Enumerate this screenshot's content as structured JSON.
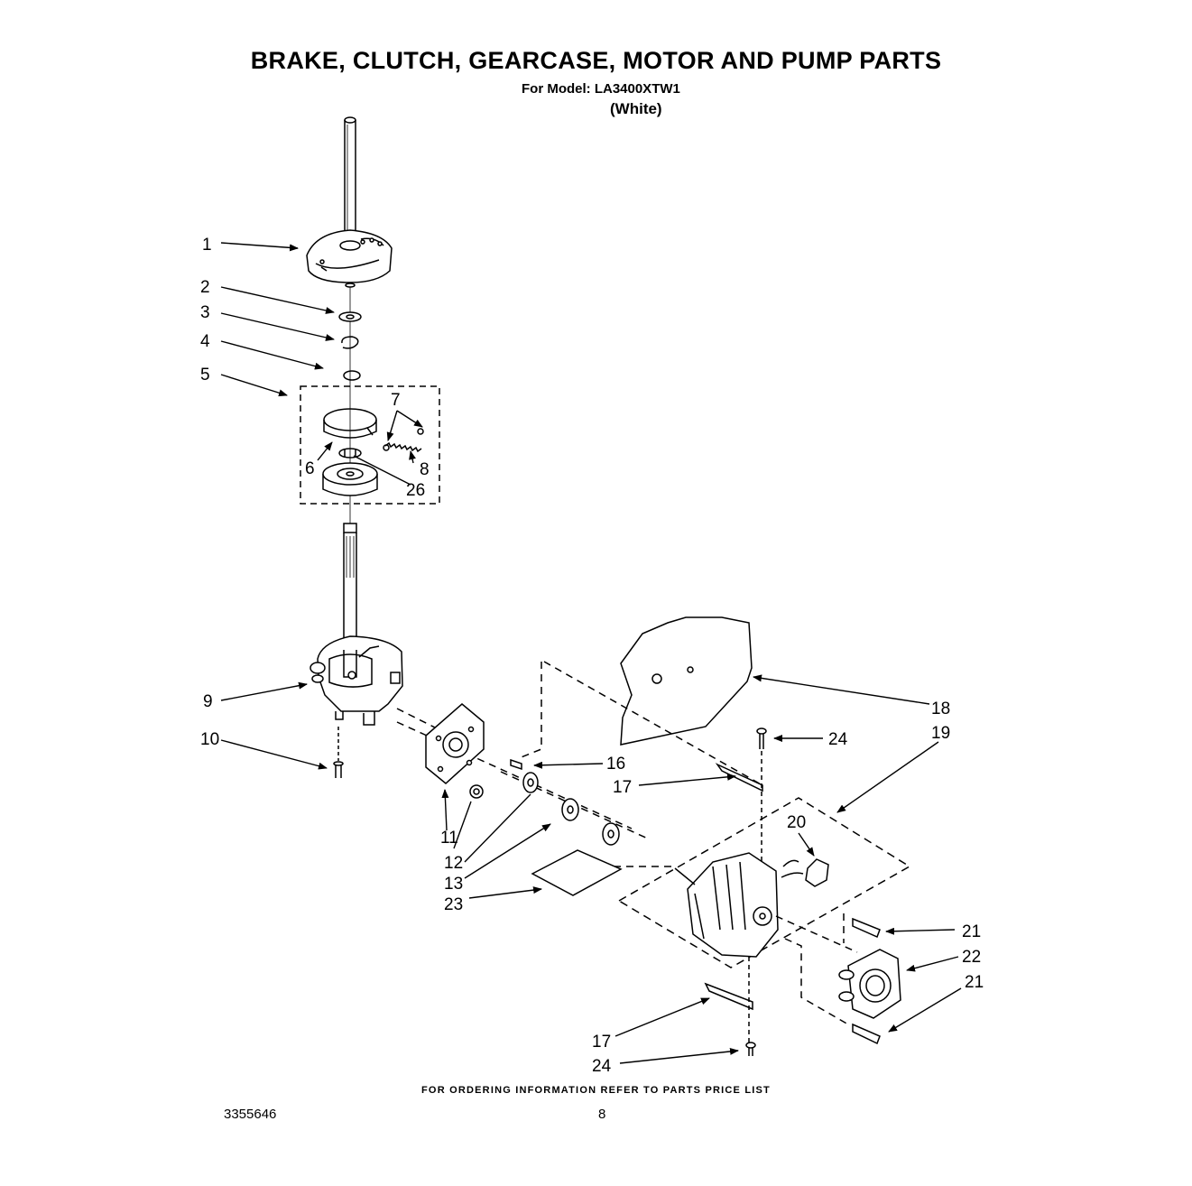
{
  "header": {
    "title": "BRAKE, CLUTCH, GEARCASE, MOTOR AND PUMP PARTS",
    "model": "For Model: LA3400XTW1",
    "color": "(White)"
  },
  "footer": {
    "ordering_note": "FOR ORDERING INFORMATION REFER TO PARTS PRICE LIST",
    "doc_number": "3355646",
    "page_number": "8"
  },
  "callouts": {
    "c1": "1",
    "c2": "2",
    "c3": "3",
    "c4": "4",
    "c5": "5",
    "c6": "6",
    "c7": "7",
    "c8": "8",
    "c26": "26",
    "c9": "9",
    "c10": "10",
    "c11": "11",
    "c12": "12",
    "c13": "13",
    "c23": "23",
    "c16": "16",
    "c17a": "17",
    "c18": "18",
    "c19": "19",
    "c24a": "24",
    "c20": "20",
    "c21a": "21",
    "c22": "22",
    "c21b": "21",
    "c17b": "17",
    "c24b": "24"
  }
}
